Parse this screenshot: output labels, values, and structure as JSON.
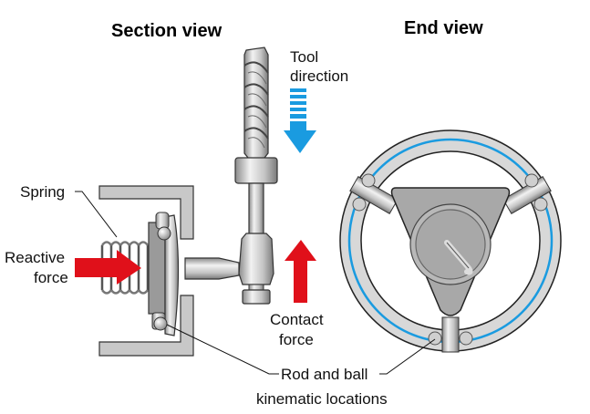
{
  "titles": {
    "section_view": "Section view",
    "end_view": "End view"
  },
  "labels": {
    "tool_direction_line1": "Tool",
    "tool_direction_line2": "direction",
    "spring": "Spring",
    "reactive_force_line1": "Reactive",
    "reactive_force_line2": "force",
    "contact_force_line1": "Contact",
    "contact_force_line2": "force",
    "rod_and_ball": "Rod and ball",
    "kinematic_locations": "kinematic locations"
  },
  "colors": {
    "tool_arrow": "#1a9be0",
    "force_arrow": "#e0101a",
    "ring_line": "#1a9be0",
    "housing": "#c8c8c8",
    "body": "#a8a8a8",
    "outline": "#222222"
  }
}
